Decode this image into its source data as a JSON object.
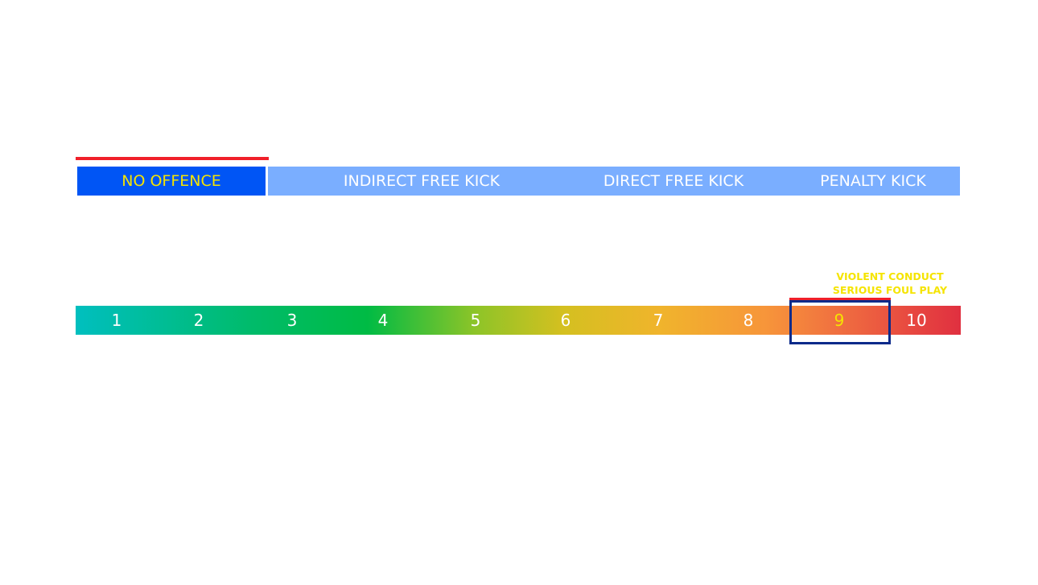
{
  "header": {
    "no_offence": "NO OFFENCE",
    "indirect_free_kick": "INDIRECT FREE KICK",
    "direct_free_kick": "DIRECT FREE KICK",
    "penalty_kick": "PENALTY KICK"
  },
  "scale": {
    "numbers": [
      "1",
      "2",
      "3",
      "4",
      "5",
      "6",
      "7",
      "8",
      "9",
      "10"
    ],
    "highlighted": "9",
    "annotation_line1": "VIOLENT CONDUCT",
    "annotation_line2": "SERIOUS FOUL PLAY"
  },
  "colors": {
    "no_offence_bg": "#0055f5",
    "sanction_bg": "#7aaeff",
    "highlight_text": "#f5e400",
    "marker_red": "#f0202a",
    "box_navy": "#0a2a8a"
  }
}
